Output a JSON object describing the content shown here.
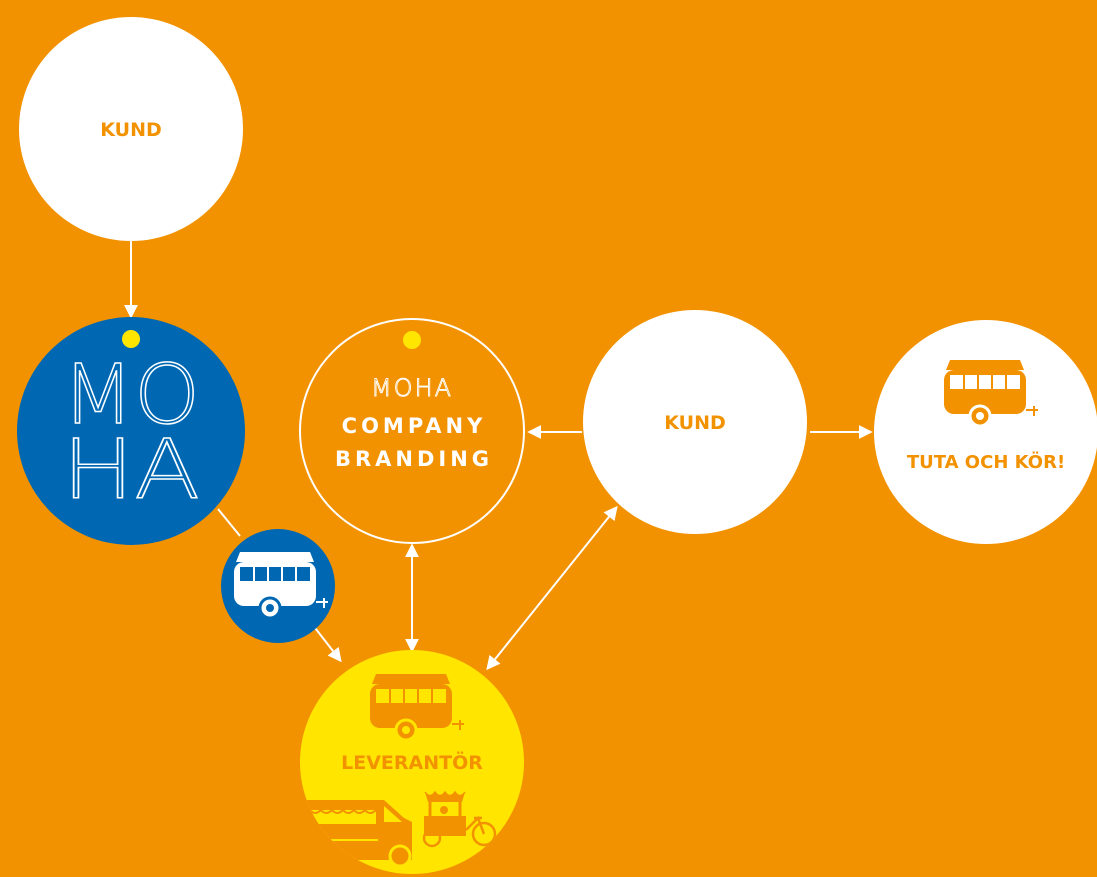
{
  "colors": {
    "background": "#F39200",
    "white": "#FFFFFF",
    "blue": "#0068B3",
    "yellow": "#FFE500",
    "orange_text": "#F39200"
  },
  "nodes": {
    "kund_top": {
      "label": "KUND"
    },
    "moha_logo": {
      "line1": "MO",
      "line2": "HA"
    },
    "moha_branding": {
      "title": "MOHA",
      "line1": "COMPANY",
      "line2": "BRANDING"
    },
    "kund_middle": {
      "label": "KUND"
    },
    "tuta": {
      "label": "TUTA OCH KÖR!",
      "icon": "food-trailer-icon"
    },
    "trailer_badge": {
      "icon": "food-trailer-icon"
    },
    "leverantor": {
      "label": "LEVERANTÖR",
      "icons": [
        "food-trailer-icon",
        "food-truck-icon",
        "cargo-bike-cart-icon"
      ]
    }
  }
}
